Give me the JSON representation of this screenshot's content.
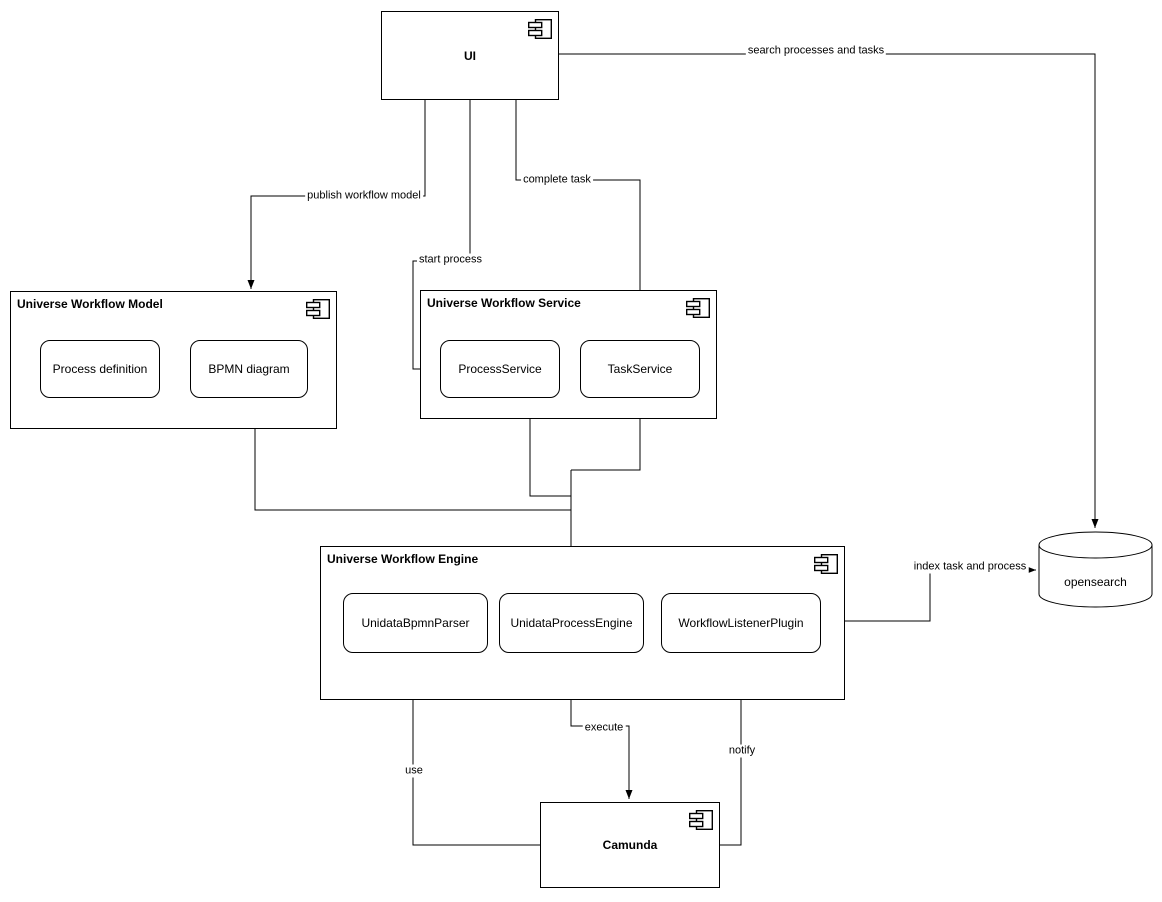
{
  "colors": {
    "stroke": "#000000",
    "background": "#ffffff"
  },
  "nodes": {
    "ui": {
      "label": "UI"
    },
    "model": {
      "title": "Universe Workflow Model",
      "process_definition": "Process definition",
      "bpmn_diagram": "BPMN diagram"
    },
    "service": {
      "title": "Universe Workflow Service",
      "process_service": "ProcessService",
      "task_service": "TaskService"
    },
    "engine": {
      "title": "Universe Workflow Engine",
      "bpmn_parser": "UnidataBpmnParser",
      "process_engine": "UnidataProcessEngine",
      "listener_plugin": "WorkflowListenerPlugin"
    },
    "camunda": {
      "label": "Camunda"
    },
    "opensearch": {
      "label": "opensearch"
    }
  },
  "edges": {
    "search": "search processes and tasks",
    "publish": "publish workflow model",
    "start": "start process",
    "complete": "complete task",
    "index": "index task and process",
    "execute": "execute",
    "notify": "notify",
    "use": "use"
  }
}
